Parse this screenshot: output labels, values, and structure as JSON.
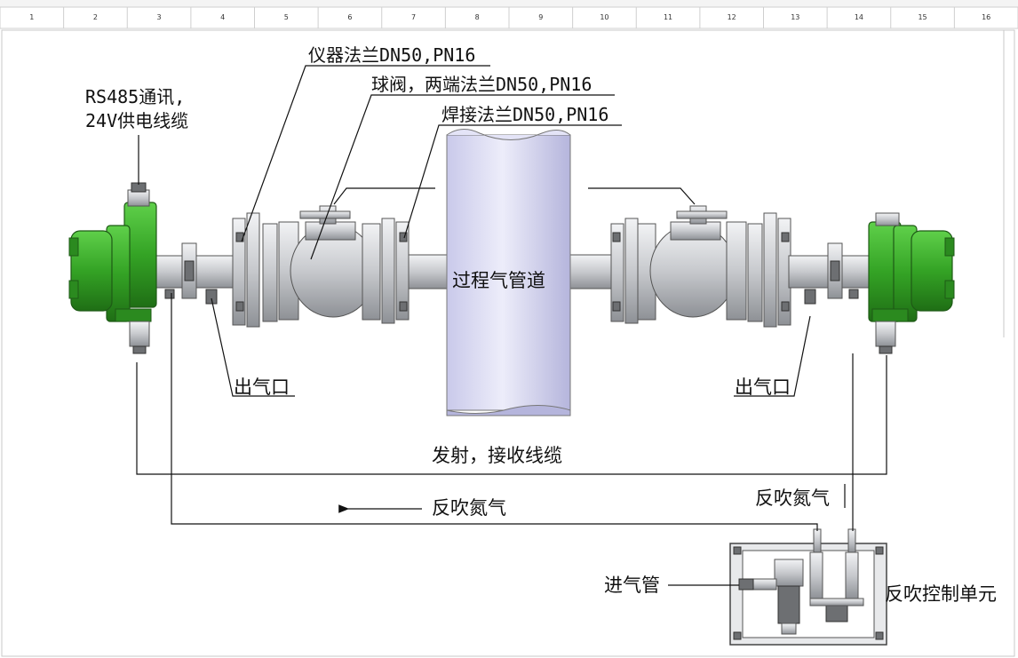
{
  "ruler": {
    "columns": [
      "1",
      "2",
      "3",
      "4",
      "5",
      "6",
      "7",
      "8",
      "9",
      "10",
      "11",
      "12",
      "13",
      "14",
      "15",
      "16"
    ]
  },
  "labels": {
    "instrument_flange": "仪器法兰DN50,PN16",
    "ball_valve": "球阀，两端法兰DN50,PN16",
    "weld_flange": "焊接法兰DN50,PN16",
    "comm_line1": "RS485通讯,",
    "comm_line2": "24V供电线缆",
    "outlet_left": "出气口",
    "outlet_right": "出气口",
    "process_pipe": "过程气管道",
    "tx_rx_cable": "发射，接收线缆",
    "purge_n2_left": "反吹氮气",
    "purge_n2_right": "反吹氮气",
    "inlet_pipe": "进气管",
    "purge_control_unit": "反吹控制单元"
  },
  "colors": {
    "analyzer_green": "#3aa12a",
    "pipe_lavender": "#d9d9f2",
    "steel": "#c9cbcf",
    "line": "#111111"
  }
}
